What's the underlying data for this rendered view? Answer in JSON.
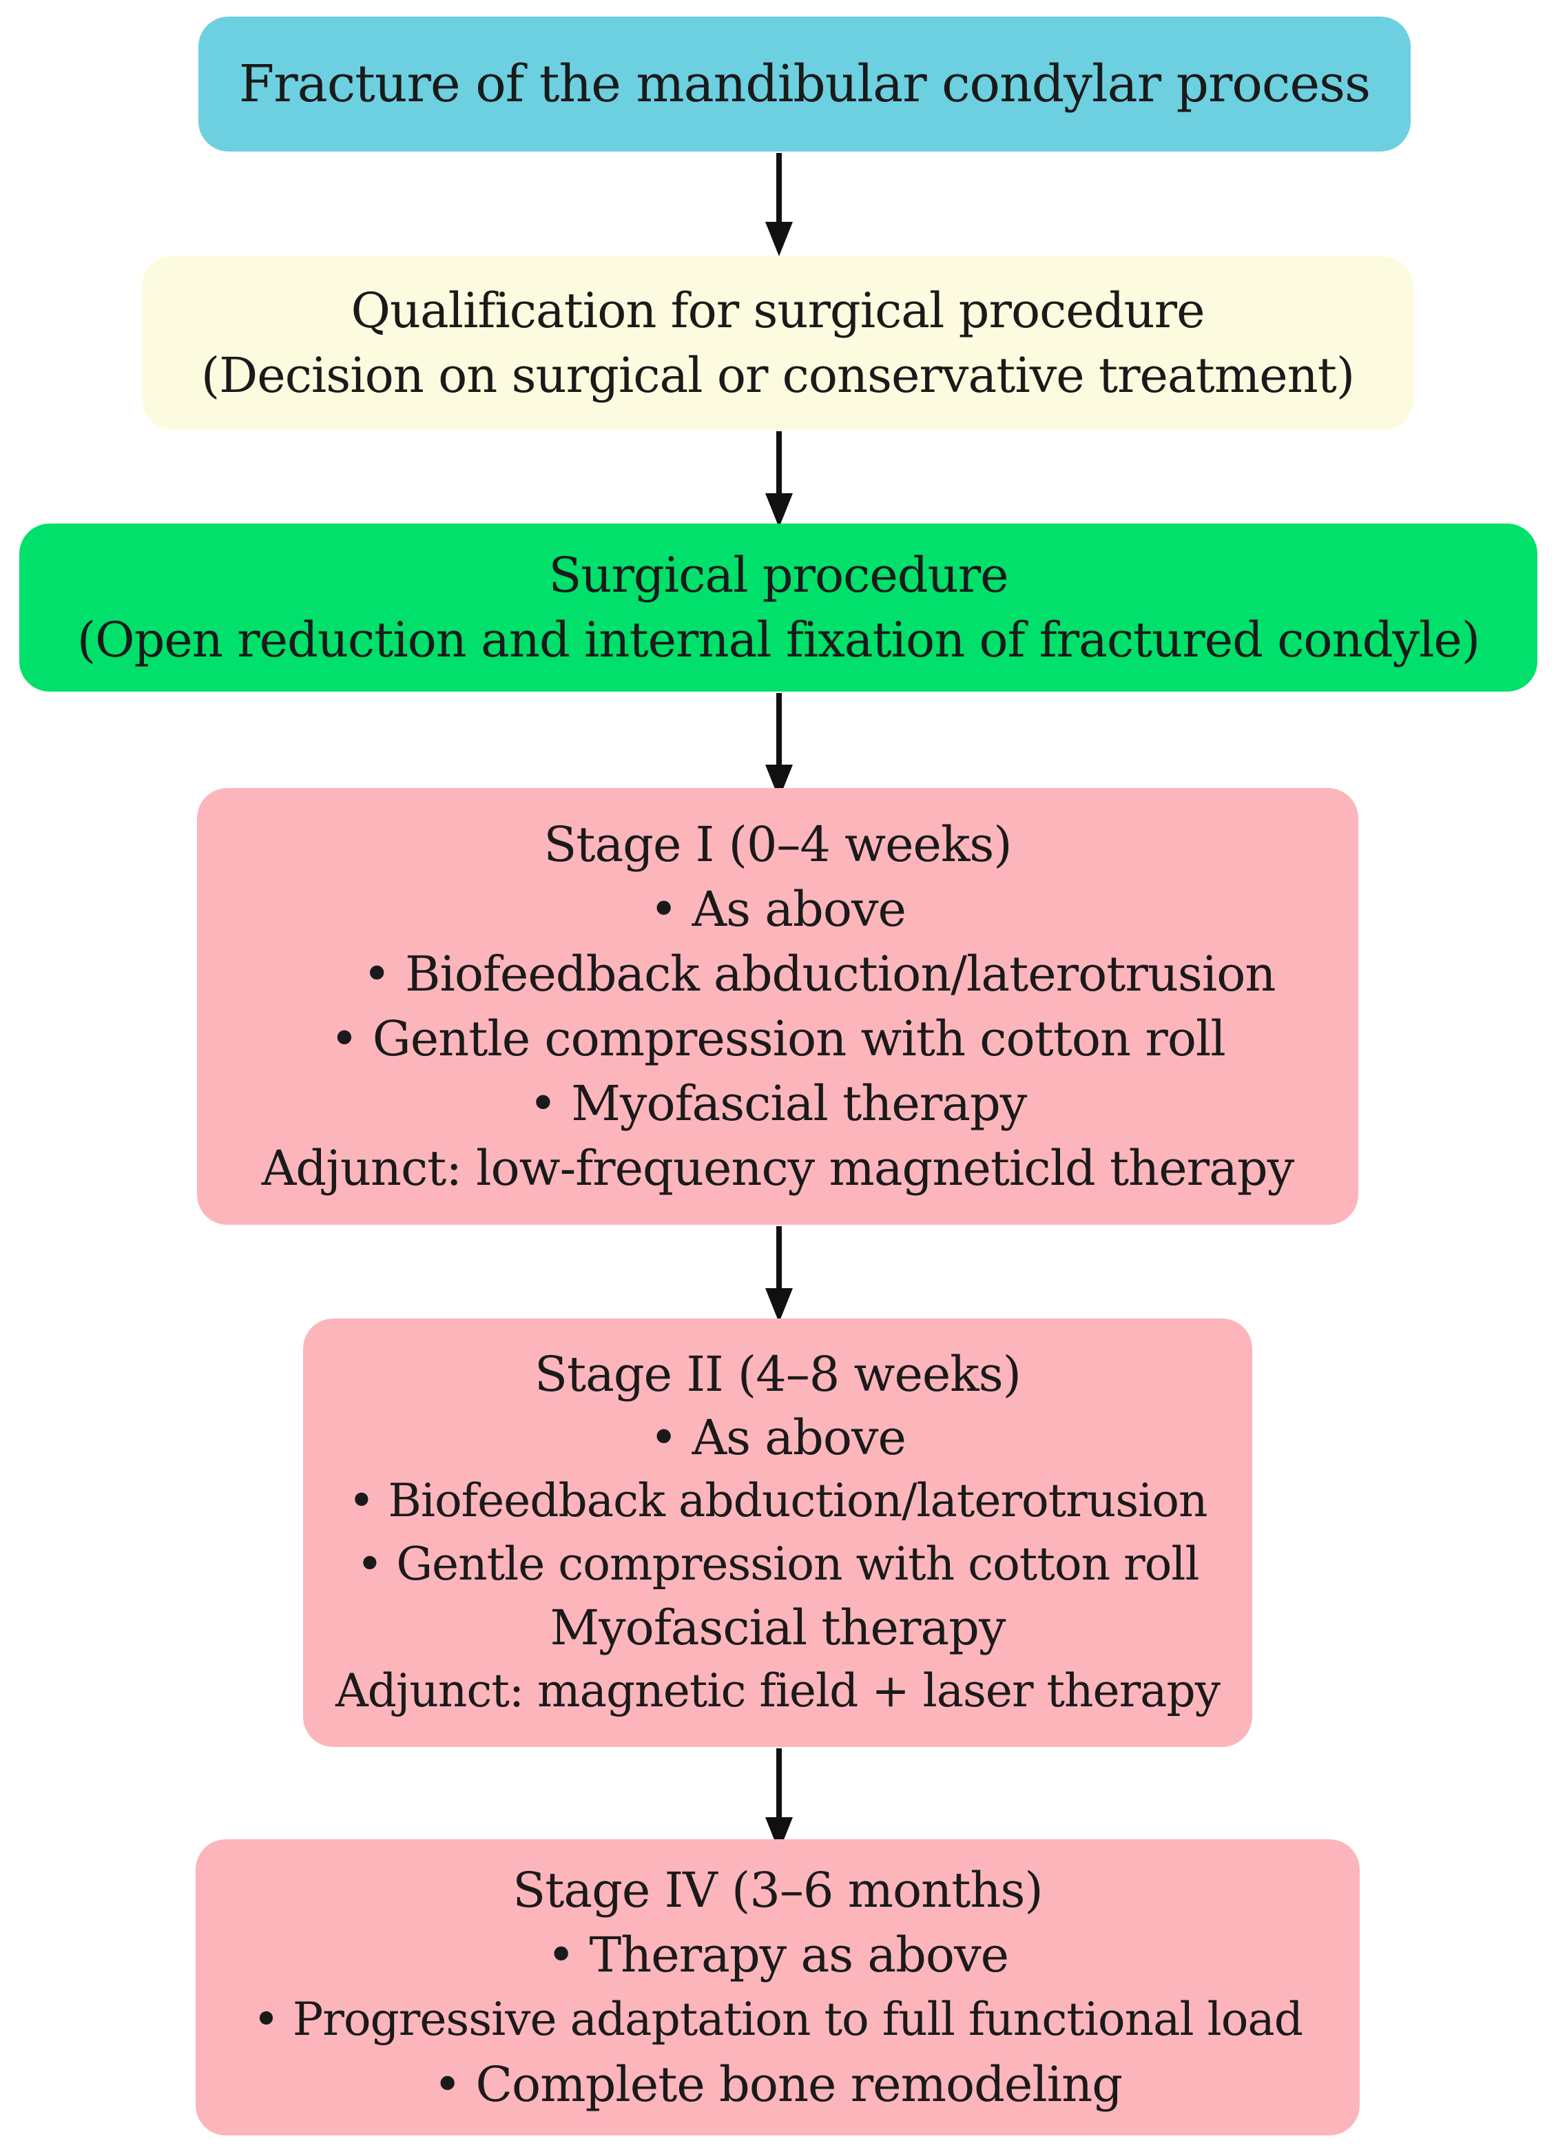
{
  "colors": {
    "box_fracture": "#6cd0e0",
    "box_qualification": "#fdfbdf",
    "box_surgical": "#00e06a",
    "box_stage": "#fdb5bc",
    "arrow": "#111111"
  },
  "boxes": [
    {
      "lines": [
        "Fracture of the mandibular condylar process"
      ]
    },
    {
      "lines": [
        "Qualification for surgical procedure",
        "(Decision on surgical or conservative treatment)"
      ]
    },
    {
      "lines": [
        "Surgical procedure",
        "(Open reduction and internal fixation of fractured condyle)"
      ]
    },
    {
      "lines": [
        "Stage I (0–4 weeks)",
        "• As above",
        "• Biofeedback abduction/laterotrusion",
        "• Gentle compression with cotton roll",
        "• Myofascial therapy",
        "Adjunct: low-frequency magneticld therapy"
      ]
    },
    {
      "lines": [
        "Stage II (4–8 weeks)",
        "• As above",
        "• Biofeedback abduction/laterotrusion",
        "• Gentle compression with cotton roll",
        "Myofascial therapy",
        "Adjunct: magnetic field + laser therapy"
      ]
    },
    {
      "lines": [
        "Stage IV (3–6 months)",
        "• Therapy as above",
        "• Progressive adaptation to full functional load",
        "• Complete bone remodeling"
      ]
    }
  ]
}
